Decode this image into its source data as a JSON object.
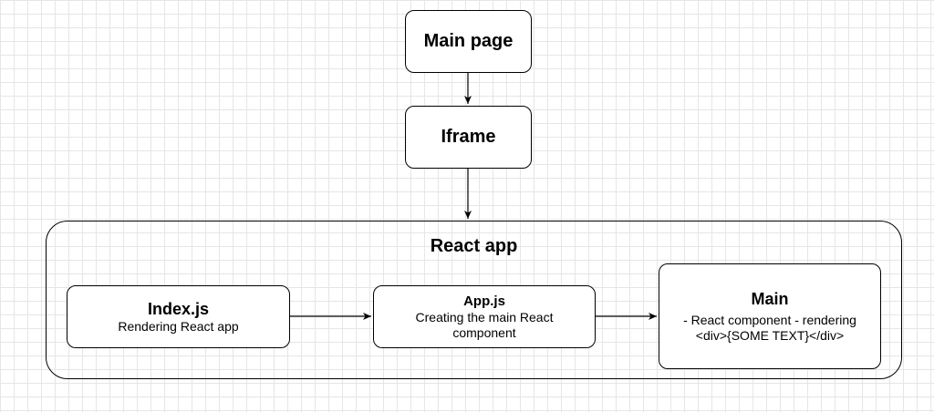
{
  "diagram": {
    "main_page": {
      "title": "Main page"
    },
    "iframe": {
      "title": "Iframe"
    },
    "react_app": {
      "title": "React app",
      "index_js": {
        "title": "Index.js",
        "description": "Rendering React app"
      },
      "app_js": {
        "title": "App.js",
        "description_line1": "Creating the main React",
        "description_line2": "component"
      },
      "main": {
        "title": "Main",
        "description_line1": "- React component - rendering",
        "description_line2": "<div>{SOME TEXT}</div>"
      }
    },
    "edges": [
      {
        "from": "main_page",
        "to": "iframe"
      },
      {
        "from": "iframe",
        "to": "react_app"
      },
      {
        "from": "index_js",
        "to": "app_js"
      },
      {
        "from": "app_js",
        "to": "main"
      }
    ]
  }
}
